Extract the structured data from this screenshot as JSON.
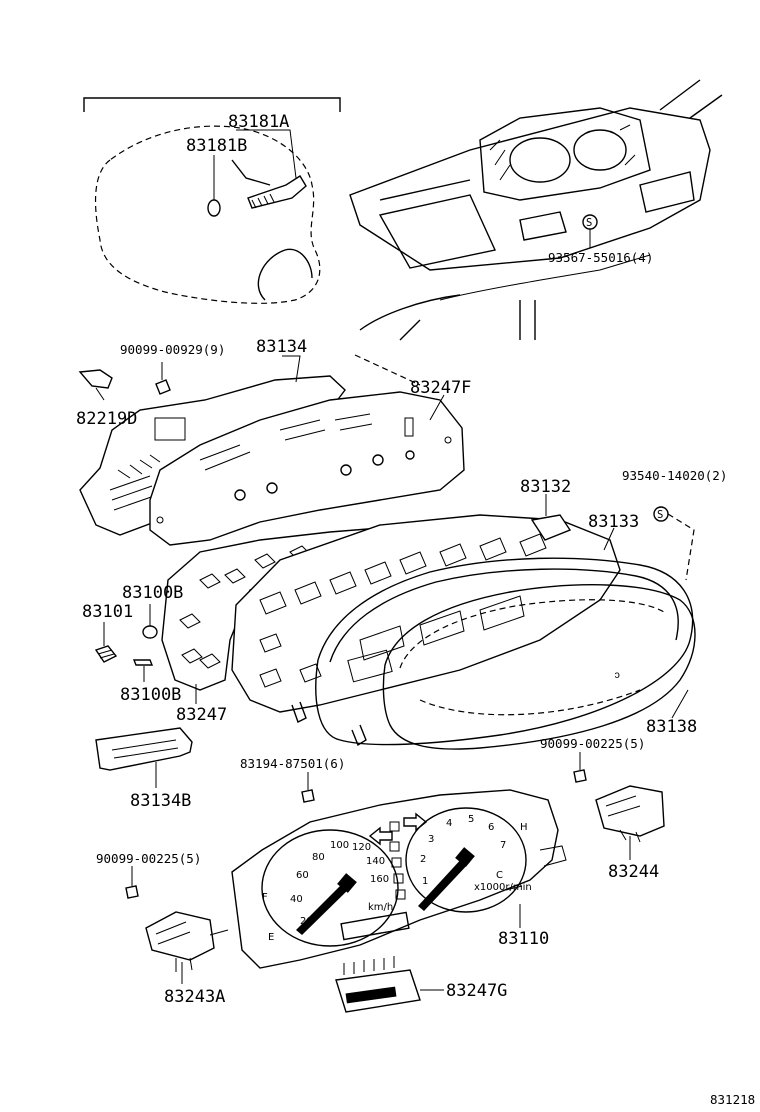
{
  "labels": {
    "p83181A": "83181A",
    "p83181B": "83181B",
    "p93567": "93567-55016(4)",
    "p90099_00929": "90099-00929(9)",
    "p83134": "83134",
    "p82219D": "82219D",
    "p83247F": "83247F",
    "p93540": "93540-14020(2)",
    "p83132": "83132",
    "p83133": "83133",
    "p83100B_top": "83100B",
    "p83101": "83101",
    "p83100B_bot": "83100B",
    "p83247": "83247",
    "p83138": "83138",
    "p90099_00225_r": "90099-00225(5)",
    "p83194": "83194-87501(6)",
    "p83134B": "83134B",
    "p83244": "83244",
    "p90099_00225_l": "90099-00225(5)",
    "p83110": "83110",
    "p83243A": "83243A",
    "p83247G": "83247G",
    "diagram_id": "831218"
  },
  "gauge_text": {
    "s20": "20",
    "s40": "40",
    "s60": "60",
    "s80": "80",
    "s100": "100",
    "s120": "120",
    "s140": "140",
    "s160": "160",
    "t1": "1",
    "t2": "2",
    "t3": "3",
    "t4": "4",
    "t5": "5",
    "t6": "6",
    "t7": "7",
    "fuel_f": "F",
    "fuel_e": "E",
    "temp_h": "H",
    "temp_c": "C",
    "km": "km/h",
    "x1000": "x1000r/min"
  }
}
